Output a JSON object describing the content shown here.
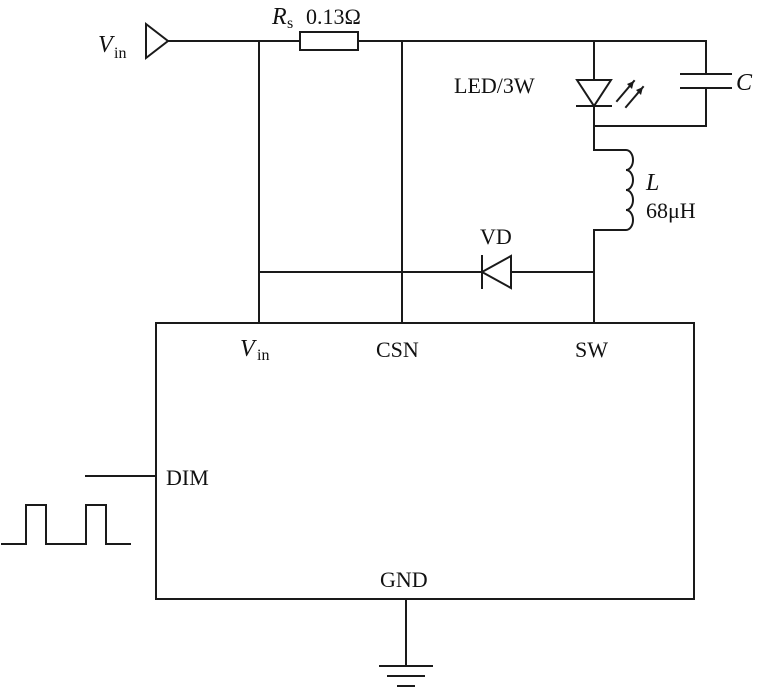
{
  "input_terminal": {
    "symbol": "V",
    "subscript": "in"
  },
  "resistor": {
    "symbol": "R",
    "subscript": "s",
    "value": "0.13Ω"
  },
  "led": {
    "label": "LED/3W"
  },
  "capacitor": {
    "label": "C"
  },
  "inductor": {
    "symbol": "L",
    "value": "68μH"
  },
  "diode": {
    "label": "VD"
  },
  "ic": {
    "pins": {
      "vin": {
        "symbol": "V",
        "subscript": "in"
      },
      "csn": "CSN",
      "sw": "SW",
      "dim": "DIM",
      "gnd": "GND"
    }
  }
}
